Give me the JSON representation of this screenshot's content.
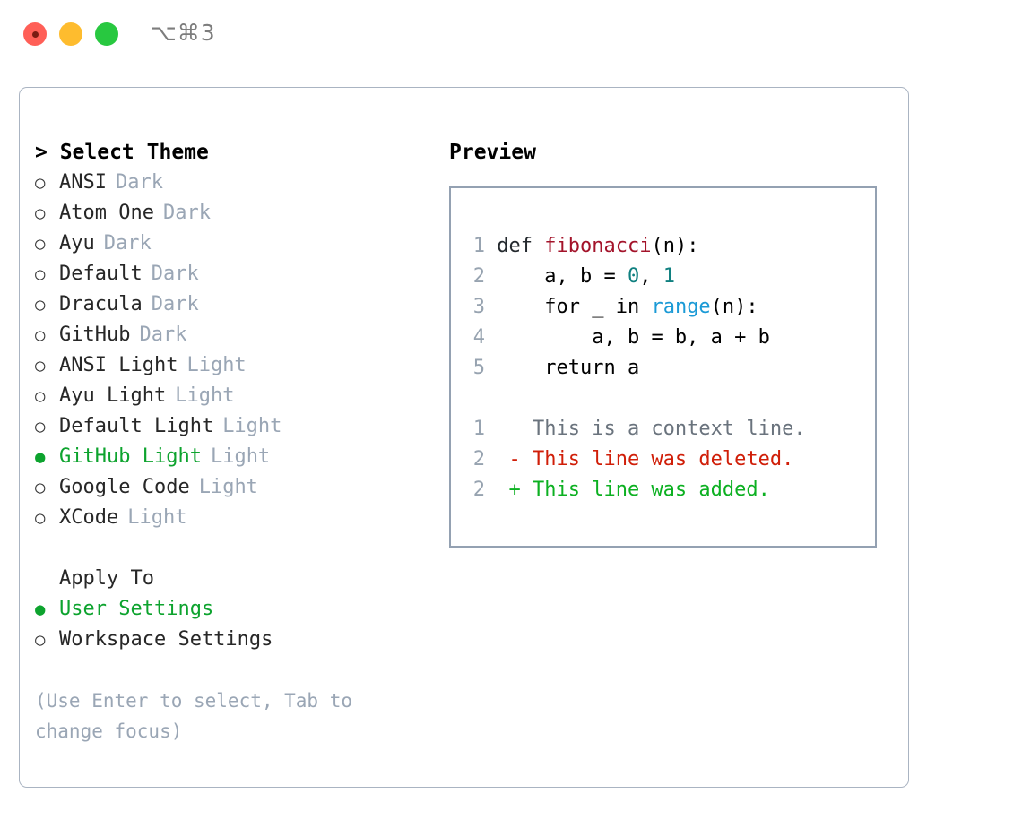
{
  "titlebar": {
    "shortcut": "⌥⌘3",
    "buttons": {
      "close": "close",
      "minimize": "minimize",
      "maximize": "maximize"
    }
  },
  "colors": {
    "selected_green": "#0da32e",
    "muted": "#9aa6b5",
    "text": "#272727",
    "border": "#aab4c2",
    "preview_border": "#94a1b2",
    "diff_add": "#0cb021",
    "diff_del": "#d01e08",
    "diff_ctx": "#6a737d",
    "code_fn": "#a3132a",
    "code_num": "#108080",
    "code_builtin": "#1b9ad6",
    "line_number": "#97a3b0"
  },
  "theme_list": {
    "header": "> Select Theme",
    "options": [
      {
        "marker": "○",
        "name": "ANSI",
        "suffix": "Dark",
        "selected": false
      },
      {
        "marker": "○",
        "name": "Atom One",
        "suffix": "Dark",
        "selected": false
      },
      {
        "marker": "○",
        "name": "Ayu",
        "suffix": "Dark",
        "selected": false
      },
      {
        "marker": "○",
        "name": "Default",
        "suffix": "Dark",
        "selected": false
      },
      {
        "marker": "○",
        "name": "Dracula",
        "suffix": "Dark",
        "selected": false
      },
      {
        "marker": "○",
        "name": "GitHub",
        "suffix": "Dark",
        "selected": false
      },
      {
        "marker": "○",
        "name": "ANSI Light",
        "suffix": "Light",
        "selected": false
      },
      {
        "marker": "○",
        "name": "Ayu Light",
        "suffix": "Light",
        "selected": false
      },
      {
        "marker": "○",
        "name": "Default Light",
        "suffix": "Light",
        "selected": false
      },
      {
        "marker": "●",
        "name": "GitHub Light",
        "suffix": "Light",
        "selected": true
      },
      {
        "marker": "○",
        "name": "Google Code",
        "suffix": "Light",
        "selected": false
      },
      {
        "marker": "○",
        "name": "XCode",
        "suffix": "Light",
        "selected": false
      }
    ]
  },
  "apply_to": {
    "header": "Apply To",
    "options": [
      {
        "marker": "●",
        "name": "User Settings",
        "selected": true
      },
      {
        "marker": "○",
        "name": "Workspace Settings",
        "selected": false
      }
    ]
  },
  "hint": "(Use Enter to select, Tab to change focus)",
  "preview": {
    "title": "Preview",
    "code_lines": [
      {
        "n": "1",
        "indent": "",
        "parts": [
          {
            "t": "def ",
            "c": "def"
          },
          {
            "t": "fibonacci",
            "c": "fn"
          },
          {
            "t": "(n):",
            "c": "plain"
          }
        ]
      },
      {
        "n": "2",
        "indent": "    ",
        "parts": [
          {
            "t": "a, b = ",
            "c": "plain"
          },
          {
            "t": "0",
            "c": "num"
          },
          {
            "t": ", ",
            "c": "plain"
          },
          {
            "t": "1",
            "c": "num"
          }
        ]
      },
      {
        "n": "3",
        "indent": "    ",
        "parts": [
          {
            "t": "for _ in ",
            "c": "plain"
          },
          {
            "t": "range",
            "c": "bi"
          },
          {
            "t": "(n):",
            "c": "plain"
          }
        ]
      },
      {
        "n": "4",
        "indent": "        ",
        "parts": [
          {
            "t": "a, b = b, a + b",
            "c": "plain"
          }
        ]
      },
      {
        "n": "5",
        "indent": "    ",
        "parts": [
          {
            "t": "return a",
            "c": "plain"
          }
        ]
      }
    ],
    "diff_lines": [
      {
        "n": "1",
        "marker": " ",
        "text": "This is a context line.",
        "kind": "ctx"
      },
      {
        "n": "2",
        "marker": "-",
        "text": "This line was deleted.",
        "kind": "del"
      },
      {
        "n": "2",
        "marker": "+",
        "text": "This line was added.",
        "kind": "add"
      }
    ]
  }
}
